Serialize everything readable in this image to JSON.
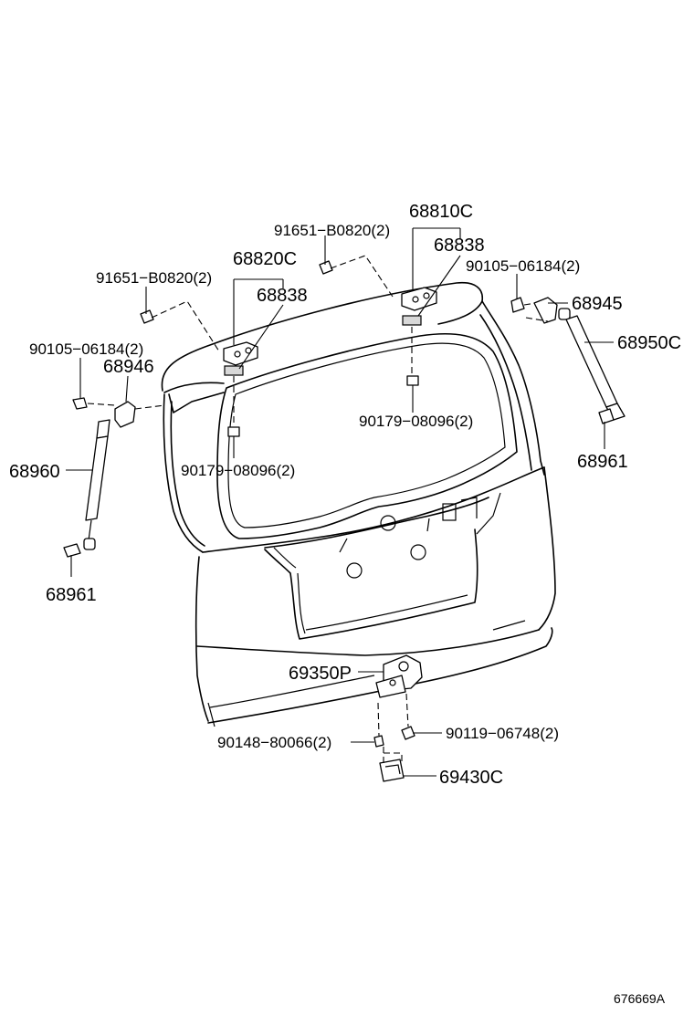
{
  "labels": {
    "p68810C": "68810C",
    "p68838_right": "68838",
    "p91651_top": "91651−B0820(2)",
    "p90105_right": "90105−06184(2)",
    "p68945": "68945",
    "p68950C": "68950C",
    "p68820C": "68820C",
    "p68838_left": "68838",
    "p91651_left": "91651−B0820(2)",
    "p90105_left": "90105−06184(2)",
    "p68946": "68946",
    "p90179_right": "90179−08096(2)",
    "p68961_right": "68961",
    "p68960": "68960",
    "p90179_left": "90179−08096(2)",
    "p68961_left": "68961",
    "p69350P": "69350P",
    "p90119": "90119−06748(2)",
    "p90148": "90148−80066(2)",
    "p69430C": "69430C",
    "diagram_code": "676669A"
  }
}
